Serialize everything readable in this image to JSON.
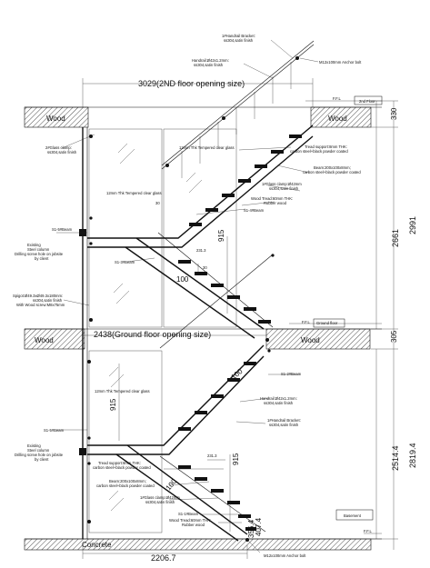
{
  "labels": {
    "handrail_bracket_top": "1#Handrail Bracket:",
    "handrail_bracket_top_spec": "ss304,satin finish",
    "handrail_top": "Handrail:Ø42x1.2mm:",
    "handrail_top_spec": "ss304,satin finish",
    "anchor_top": "M12x100mm Anchor bolt",
    "opening_2nd": "3029(2ND floor opening size)",
    "ffl_top": "F.F.L",
    "second_floor": "2nd Floor",
    "wood_upper_left": "Wood",
    "wood_upper_right": "Wood",
    "dim_330": "330",
    "glass_clamp_2": "2#Glass clamp:",
    "glass_clamp_2_spec": "ss304,satin finish",
    "glass_upper_right": "12mm Thk Tempered clear glass",
    "tread_support_top": "Tread support:8mm THK:",
    "tread_support_top_spec": "carbon steel+black powder coated",
    "beam_top": "Beam:200x100x8mm;",
    "beam_top_spec": "carbon steel+black powder coated",
    "glass_clamp_1_top": "1#Glass clamp:Ø42mm",
    "glass_clamp_1_top_spec": "ss304,satin finish",
    "wood_tread_top": "Wood Tread:60mm THK:",
    "wood_tread_top_spec": "Rubber wood",
    "glass_upper_left": "12mm Thk Tempered clear glass",
    "dim_30_a": "30",
    "beam_s1_4": "S1-4#Beam",
    "dim_2991": "2991",
    "existing_col_1a": "Existing",
    "existing_col_1b": "Steel column",
    "existing_col_1c": "Drilling screw hole on jobsite",
    "existing_col_1d": "by client",
    "beam_s1_5_top": "S1-5#Beam",
    "dim_231_3_top": "231.3",
    "dim_915_top": "915",
    "dim_2661": "2661",
    "beam_s1_3": "S1-3#Beam",
    "dim_30_b": "30",
    "dim_100_a": "100",
    "spigot_a": "Spigot:Ø49.3xØ49.3x180mm:",
    "spigot_b": "ss304,satin finish",
    "spigot_c": "With Wood screw:M8x75mm",
    "ffl_ground": "F.F.L",
    "ground_floor": "Ground floor",
    "opening_ground": "2438(Ground floor opening size)",
    "wood_lower_left": "Wood",
    "wood_lower_right": "Wood",
    "dim_305": "305",
    "beam_s1_2": "S1-2#Beam",
    "dim_100_b": "100",
    "glass_lower": "12mm Thk Tempered clear glass",
    "dim_915_mid": "915",
    "handrail_lower": "Handrail:Ø42x1.2mm:",
    "handrail_lower_spec": "ss304,satin finish",
    "handrail_bracket_lower": "1#Handrail Bracket:",
    "handrail_bracket_lower_spec": "ss304,satin finish",
    "dim_2819_4": "2819.4",
    "dim_2514_4": "2514.4",
    "beam_s1_5_lower": "S1-5#Beam",
    "existing_col_2a": "Existing",
    "existing_col_2b": "Steel column",
    "existing_col_2c": "Drilling screw hole on jobsite",
    "existing_col_2d": "by client",
    "dim_231_3_lower": "231.3",
    "dim_915_lower": "915",
    "tread_support_lower": "Tread support:8mm THK:",
    "tread_support_lower_spec": "carbon steel+black powder coated",
    "beam_lower": "Beam:200x100x8mm;",
    "beam_lower_spec": "carbon steel+black powder coated",
    "dim_100_c": "100",
    "glass_clamp_1_lower": "1#Glass clamp:Ø42mm",
    "glass_clamp_1_lower_spec": "ss304,satin finish",
    "beam_s1_1": "S1-1#Beam",
    "wood_tread_lower": "Wood Tread:60mm THK:",
    "wood_tread_lower_spec": "Rubber wood",
    "basement": "Basement",
    "ffl_basement": "F.F.L",
    "dim_407_4": "407.4",
    "dim_356_4": "356.4",
    "concrete": "Concrete",
    "dim_2206_7": "2206.7",
    "anchor_bottom": "M12x100mm Anchor bolt"
  }
}
